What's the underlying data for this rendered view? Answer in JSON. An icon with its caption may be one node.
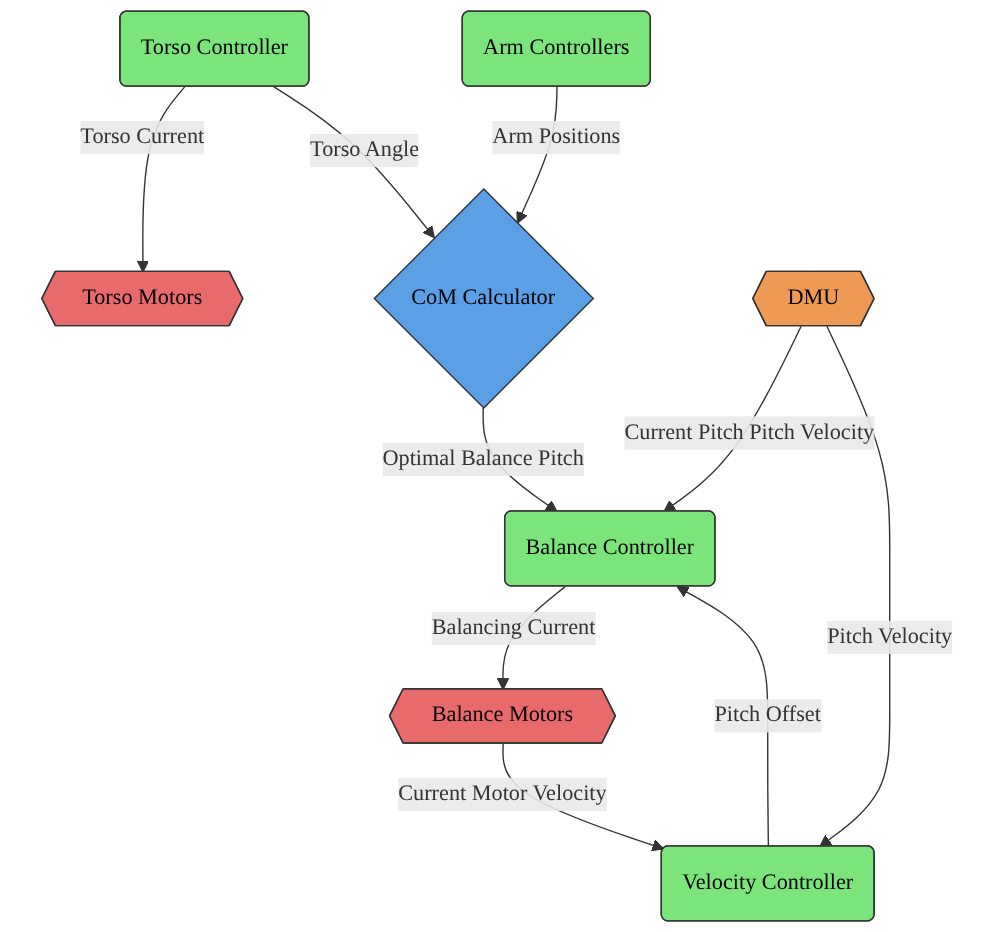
{
  "diagram": {
    "nodes": [
      {
        "text": [
          "Arm Controllers"
        ]
      },
      {
        "text": [
          "Torso Controller"
        ]
      },
      {
        "text": [
          "Torso Motors"
        ]
      },
      {
        "text": [
          "CoM Calculator"
        ]
      },
      {
        "text": [
          "Velocity Controller"
        ]
      },
      {
        "text": [
          "Balance Controller"
        ]
      },
      {
        "text": [
          "Balance Motors"
        ]
      },
      {
        "text": [
          "DMU"
        ]
      }
    ],
    "edges": [
      {
        "from": 1,
        "to": 2,
        "arrow": "to",
        "label": "Torso Current"
      },
      {
        "from": 1,
        "to": 3,
        "arrow": "to",
        "label": "Torso Angle"
      },
      {
        "from": 0,
        "to": 3,
        "arrow": "to",
        "label": "Arm Positions"
      },
      {
        "from": 3,
        "to": 5,
        "arrow": "to",
        "label": "Optimal Balance Pitch"
      },
      {
        "from": 4,
        "to": 5,
        "arrow": "to",
        "label": "Pitch Offset"
      },
      {
        "from": 5,
        "to": 6,
        "arrow": "to",
        "label": "Balancing Current"
      },
      {
        "from": 7,
        "to": 5,
        "arrow": "to",
        "label": "Current Pitch Pitch Velocity"
      },
      {
        "from": 7,
        "to": 4,
        "arrow": "to",
        "label": "Pitch Velocity"
      },
      {
        "from": 6,
        "to": 4,
        "arrow": "to",
        "label": "Current Motor Velocity"
      }
    ]
  }
}
